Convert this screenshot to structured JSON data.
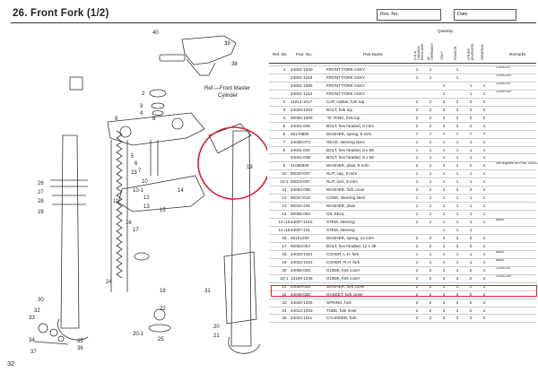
{
  "title": "26.  Front Fork (1/2)",
  "rev_label": "Rev. No.",
  "date_label": "Date",
  "page_number": "32",
  "table": {
    "headers": {
      "ref": "Ref. No.",
      "part": "Part. No.",
      "name": "Part  Name",
      "quantity": "Quantity",
      "remarks": "Remarks"
    },
    "quantity_columns": [
      "U.S.A. CANADA ENGLAND",
      "W. GERMANY",
      "ITALY",
      "FRANCE",
      "OTHER (EUROPE)",
      "GENERAL"
    ],
    "rows": [
      {
        "ref": "1",
        "part": "44001-1040",
        "name": "FRONT FORK ASSY",
        "q": [
          "1",
          "1",
          "",
          "1",
          "",
          ""
        ],
        "rem": "Z1000-A3"
      },
      {
        "ref": "",
        "part": "44001-1153",
        "name": "FRONT FORK ASSY",
        "q": [
          "1",
          "1",
          "",
          "1",
          "",
          ""
        ],
        "rem": "Z1000-A4~"
      },
      {
        "ref": "",
        "part": "44001-1055",
        "name": "FRONT FORK ASSY",
        "q": [
          "",
          "",
          "1",
          "",
          "1",
          "1"
        ],
        "rem": "Z1000-A3"
      },
      {
        "ref": "",
        "part": "44001-1154",
        "name": "FRONT FORK ASSY",
        "q": [
          "",
          "",
          "1",
          "",
          "1",
          "1"
        ],
        "rem": "Z1000-A4~"
      },
      {
        "ref": "2",
        "part": "11012-1017",
        "name": "CAP, rubber, fork top",
        "q": [
          "2",
          "2",
          "2",
          "2",
          "2",
          "2"
        ],
        "rem": ""
      },
      {
        "ref": "3",
        "part": "44028-1003",
        "name": "BOLT, fork top",
        "q": [
          "2",
          "2",
          "2",
          "2",
          "2",
          "2"
        ],
        "rem": ""
      },
      {
        "ref": "4",
        "part": "92055-1009",
        "name": "\"O\" RING, fork top",
        "q": [
          "2",
          "2",
          "2",
          "2",
          "2",
          "2"
        ],
        "rem": ""
      },
      {
        "ref": "5",
        "part": "44041-045",
        "name": "BOLT, hex headed, 8 m/m",
        "q": [
          "2",
          "2",
          "2",
          "2",
          "2",
          "2"
        ],
        "rem": ""
      },
      {
        "ref": "6",
        "part": "46170800",
        "name": "WASHER, spring, 8 m/m",
        "q": [
          "7",
          "7",
          "7",
          "7",
          "7",
          "7"
        ],
        "rem": ""
      },
      {
        "ref": "7",
        "part": "44038-073",
        "name": "HEAD, steering stem",
        "q": [
          "1",
          "1",
          "1",
          "1",
          "1",
          "1"
        ],
        "rem": ""
      },
      {
        "ref": "8",
        "part": "44041-042",
        "name": "BOLT, hex headed, 8 x 58",
        "q": [
          "1",
          "1",
          "1",
          "1",
          "1",
          "1"
        ],
        "rem": ""
      },
      {
        "ref": "",
        "part": "44041-038",
        "name": "BOLT, hex headed, 8 x 58",
        "q": [
          "1",
          "1",
          "1",
          "1",
          "1",
          "1"
        ],
        "rem": ""
      },
      {
        "ref": "9",
        "part": "41080800",
        "name": "WASHER, plain, 8 m/m",
        "q": [
          "2",
          "2",
          "2",
          "2",
          "2",
          "2"
        ],
        "rem": "Not required for P/No. 44041-038"
      },
      {
        "ref": "10",
        "part": "92020-007",
        "name": "NUT, cap, 8 m/m",
        "q": [
          "1",
          "1",
          "1",
          "1",
          "1",
          "1"
        ],
        "rem": ""
      },
      {
        "ref": "10-1",
        "part": "92019-007",
        "name": "NUT, lock, 8 m/m",
        "q": [
          "1",
          "1",
          "1",
          "1",
          "1",
          "1"
        ],
        "rem": ""
      },
      {
        "ref": "11",
        "part": "44064-005",
        "name": "WASHER, fork cover",
        "q": [
          "2",
          "2",
          "2",
          "2",
          "2",
          "2"
        ],
        "rem": ""
      },
      {
        "ref": "12",
        "part": "92047-012",
        "name": "CONE, steering stem",
        "q": [
          "1",
          "1",
          "1",
          "1",
          "1",
          "1"
        ],
        "rem": ""
      },
      {
        "ref": "13",
        "part": "92022-231",
        "name": "WASHER, plain",
        "q": [
          "1",
          "1",
          "1",
          "1",
          "1",
          "1"
        ],
        "rem": ""
      },
      {
        "ref": "14",
        "part": "92056-003",
        "name": "OIL SEAL",
        "q": [
          "1",
          "1",
          "1",
          "1",
          "1",
          "1"
        ],
        "rem": ""
      },
      {
        "ref": "12~15",
        "part": "44037-1015",
        "name": "STEM, steering",
        "q": [
          "1",
          "1",
          "1",
          "1",
          "1",
          "1"
        ],
        "rem": "Black"
      },
      {
        "ref": "12~15",
        "part": "44037-101",
        "name": "STEM, steering",
        "q": [
          "",
          "",
          "1",
          "1",
          "1",
          ""
        ],
        "rem": ""
      },
      {
        "ref": "16",
        "part": "461F1200",
        "name": "WASHER, spring, 12 m/m",
        "q": [
          "2",
          "2",
          "2",
          "2",
          "2",
          "2"
        ],
        "rem": ""
      },
      {
        "ref": "17",
        "part": "92063-064",
        "name": "BOLT, hex headed, 12 x 36",
        "q": [
          "2",
          "2",
          "2",
          "2",
          "2",
          "2"
        ],
        "rem": ""
      },
      {
        "ref": "18",
        "part": "44033-1021",
        "name": "COVER, L.H. fork",
        "q": [
          "1",
          "1",
          "1",
          "1",
          "1",
          "1"
        ],
        "rem": "Black"
      },
      {
        "ref": "19",
        "part": "44033-1022",
        "name": "COVER, R.H. fork",
        "q": [
          "1",
          "1",
          "1",
          "1",
          "1",
          "1"
        ],
        "rem": "Black"
      },
      {
        "ref": "20",
        "part": "44065-029",
        "name": "GUIDE, fork cover",
        "q": [
          "2",
          "2",
          "2",
          "2",
          "2",
          "2"
        ],
        "rem": "Z1000-A3"
      },
      {
        "ref": "20-1",
        "part": "13169-1248",
        "name": "GUIDE, fork cover",
        "q": [
          "2",
          "2",
          "2",
          "2",
          "2",
          "2"
        ],
        "rem": "Z1000-A4~"
      },
      {
        "ref": "21",
        "part": "44064-008",
        "name": "WASHER, fork cover",
        "q": [
          "2",
          "2",
          "2",
          "2",
          "2",
          "2"
        ],
        "rem": ""
      },
      {
        "ref": "22",
        "part": "44046-038",
        "name": "GASKET, fork cover",
        "q": [
          "2",
          "2",
          "2",
          "2",
          "2",
          "2"
        ],
        "rem": ""
      },
      {
        "ref": "23",
        "part": "44026-1026",
        "name": "SPRING, fork",
        "q": [
          "2",
          "2",
          "2",
          "2",
          "2",
          "2"
        ],
        "rem": ""
      },
      {
        "ref": "24",
        "part": "44013-1003",
        "name": "TUBE, fork inner",
        "q": [
          "2",
          "2",
          "2",
          "2",
          "2",
          "2"
        ],
        "rem": ""
      },
      {
        "ref": "25",
        "part": "44022-1011",
        "name": "CYLINDER, fork",
        "q": [
          "2",
          "2",
          "2",
          "2",
          "2",
          "2"
        ],
        "rem": ""
      }
    ]
  },
  "diagram": {
    "callouts": [
      "40",
      "39",
      "38",
      "2",
      "3",
      "4",
      "5",
      "6",
      "7",
      "8",
      "9",
      "10",
      "10-1",
      "11",
      "12",
      "13",
      "14",
      "15",
      "16",
      "17",
      "18",
      "19",
      "20",
      "20-1",
      "21",
      "22",
      "23",
      "24",
      "25",
      "26",
      "27",
      "28",
      "29",
      "30",
      "31",
      "32",
      "33",
      "34",
      "35",
      "36",
      "37"
    ],
    "ref_text": "Ref.—Front Master\nCylinder"
  },
  "highlight": {
    "color": "#d9202f"
  }
}
